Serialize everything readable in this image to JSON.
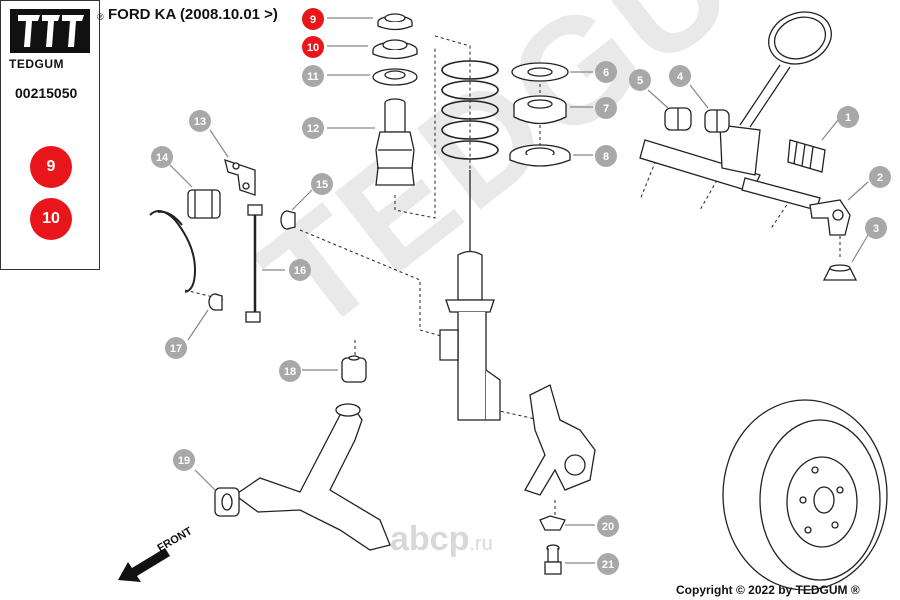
{
  "sidebar": {
    "brand": "TEDGUM",
    "part_number": "00215050",
    "highlighted": [
      "9",
      "10"
    ]
  },
  "header": {
    "title": "FORD KA  (2008.10.01 >)"
  },
  "footer": {
    "copyright": "Copyright © 2022 by TEDGUM ®"
  },
  "watermark": {
    "text": "TEDGUM",
    "site": "abcp",
    "site_suffix": ".ru"
  },
  "diagram": {
    "front_label": "FRONT",
    "callouts": [
      {
        "n": "1",
        "highlight": false
      },
      {
        "n": "2",
        "highlight": false
      },
      {
        "n": "3",
        "highlight": false
      },
      {
        "n": "4",
        "highlight": false
      },
      {
        "n": "5",
        "highlight": false
      },
      {
        "n": "6",
        "highlight": false
      },
      {
        "n": "7",
        "highlight": false
      },
      {
        "n": "8",
        "highlight": false
      },
      {
        "n": "9",
        "highlight": true
      },
      {
        "n": "10",
        "highlight": true
      },
      {
        "n": "11",
        "highlight": false
      },
      {
        "n": "12",
        "highlight": false
      },
      {
        "n": "13",
        "highlight": false
      },
      {
        "n": "14",
        "highlight": false
      },
      {
        "n": "15",
        "highlight": false
      },
      {
        "n": "16",
        "highlight": false
      },
      {
        "n": "17",
        "highlight": false
      },
      {
        "n": "18",
        "highlight": false
      },
      {
        "n": "19",
        "highlight": false
      },
      {
        "n": "20",
        "highlight": false
      },
      {
        "n": "21",
        "highlight": false
      }
    ]
  },
  "colors": {
    "highlight": "#e8161b",
    "callout": "#a8a8a8",
    "line": "#222222"
  }
}
